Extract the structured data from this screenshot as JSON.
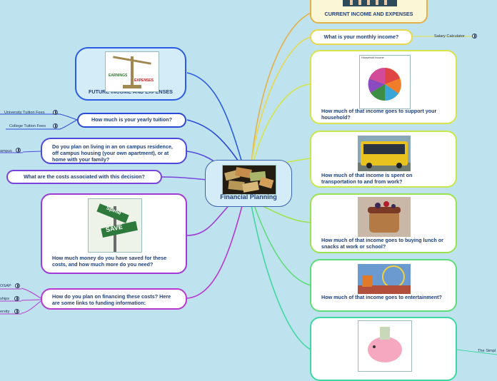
{
  "central": {
    "title": "Financial Planning"
  },
  "right": {
    "current": "CURRENT INCOME AND EXPENSES",
    "monthly": "What is your monthly income?",
    "salary_link": "Salary Calculator",
    "household": "How much of that income goes to support your household?",
    "household_chart_title": "Household Income",
    "transport": "How much of that income is spent on transportation to and from work?",
    "lunch": "How much of that income goes to buying lunch or snacks at work or school?",
    "entertainment": "How much of that income goes to entertainment?",
    "simple_link": "The Simpl"
  },
  "left": {
    "future": "FUTURE INCOME AND EXPENSES",
    "future_pic_left": "EARNINGS",
    "future_pic_right": "EXPENSES",
    "tuition": "How much is your yearly tuition?",
    "univ_fees": "University Tuition Fees",
    "college_fees": "College Tuition Fees",
    "living": "Do you plan on living in an on campus residence, off campus housing (your own apartment), or at home with your family?",
    "campus_leaf": "ampus",
    "costs": "What are the costs associated with this decision?",
    "saved": "How much money do you have saved for these costs, and how much more do you need?",
    "sign_spend": "Spend",
    "sign_save": "SAVE",
    "financing": "How do you plan on financing these costs? Here are some links to funding information:",
    "osap": "OSAP",
    "ships": "ships",
    "ersity": "ersity"
  }
}
